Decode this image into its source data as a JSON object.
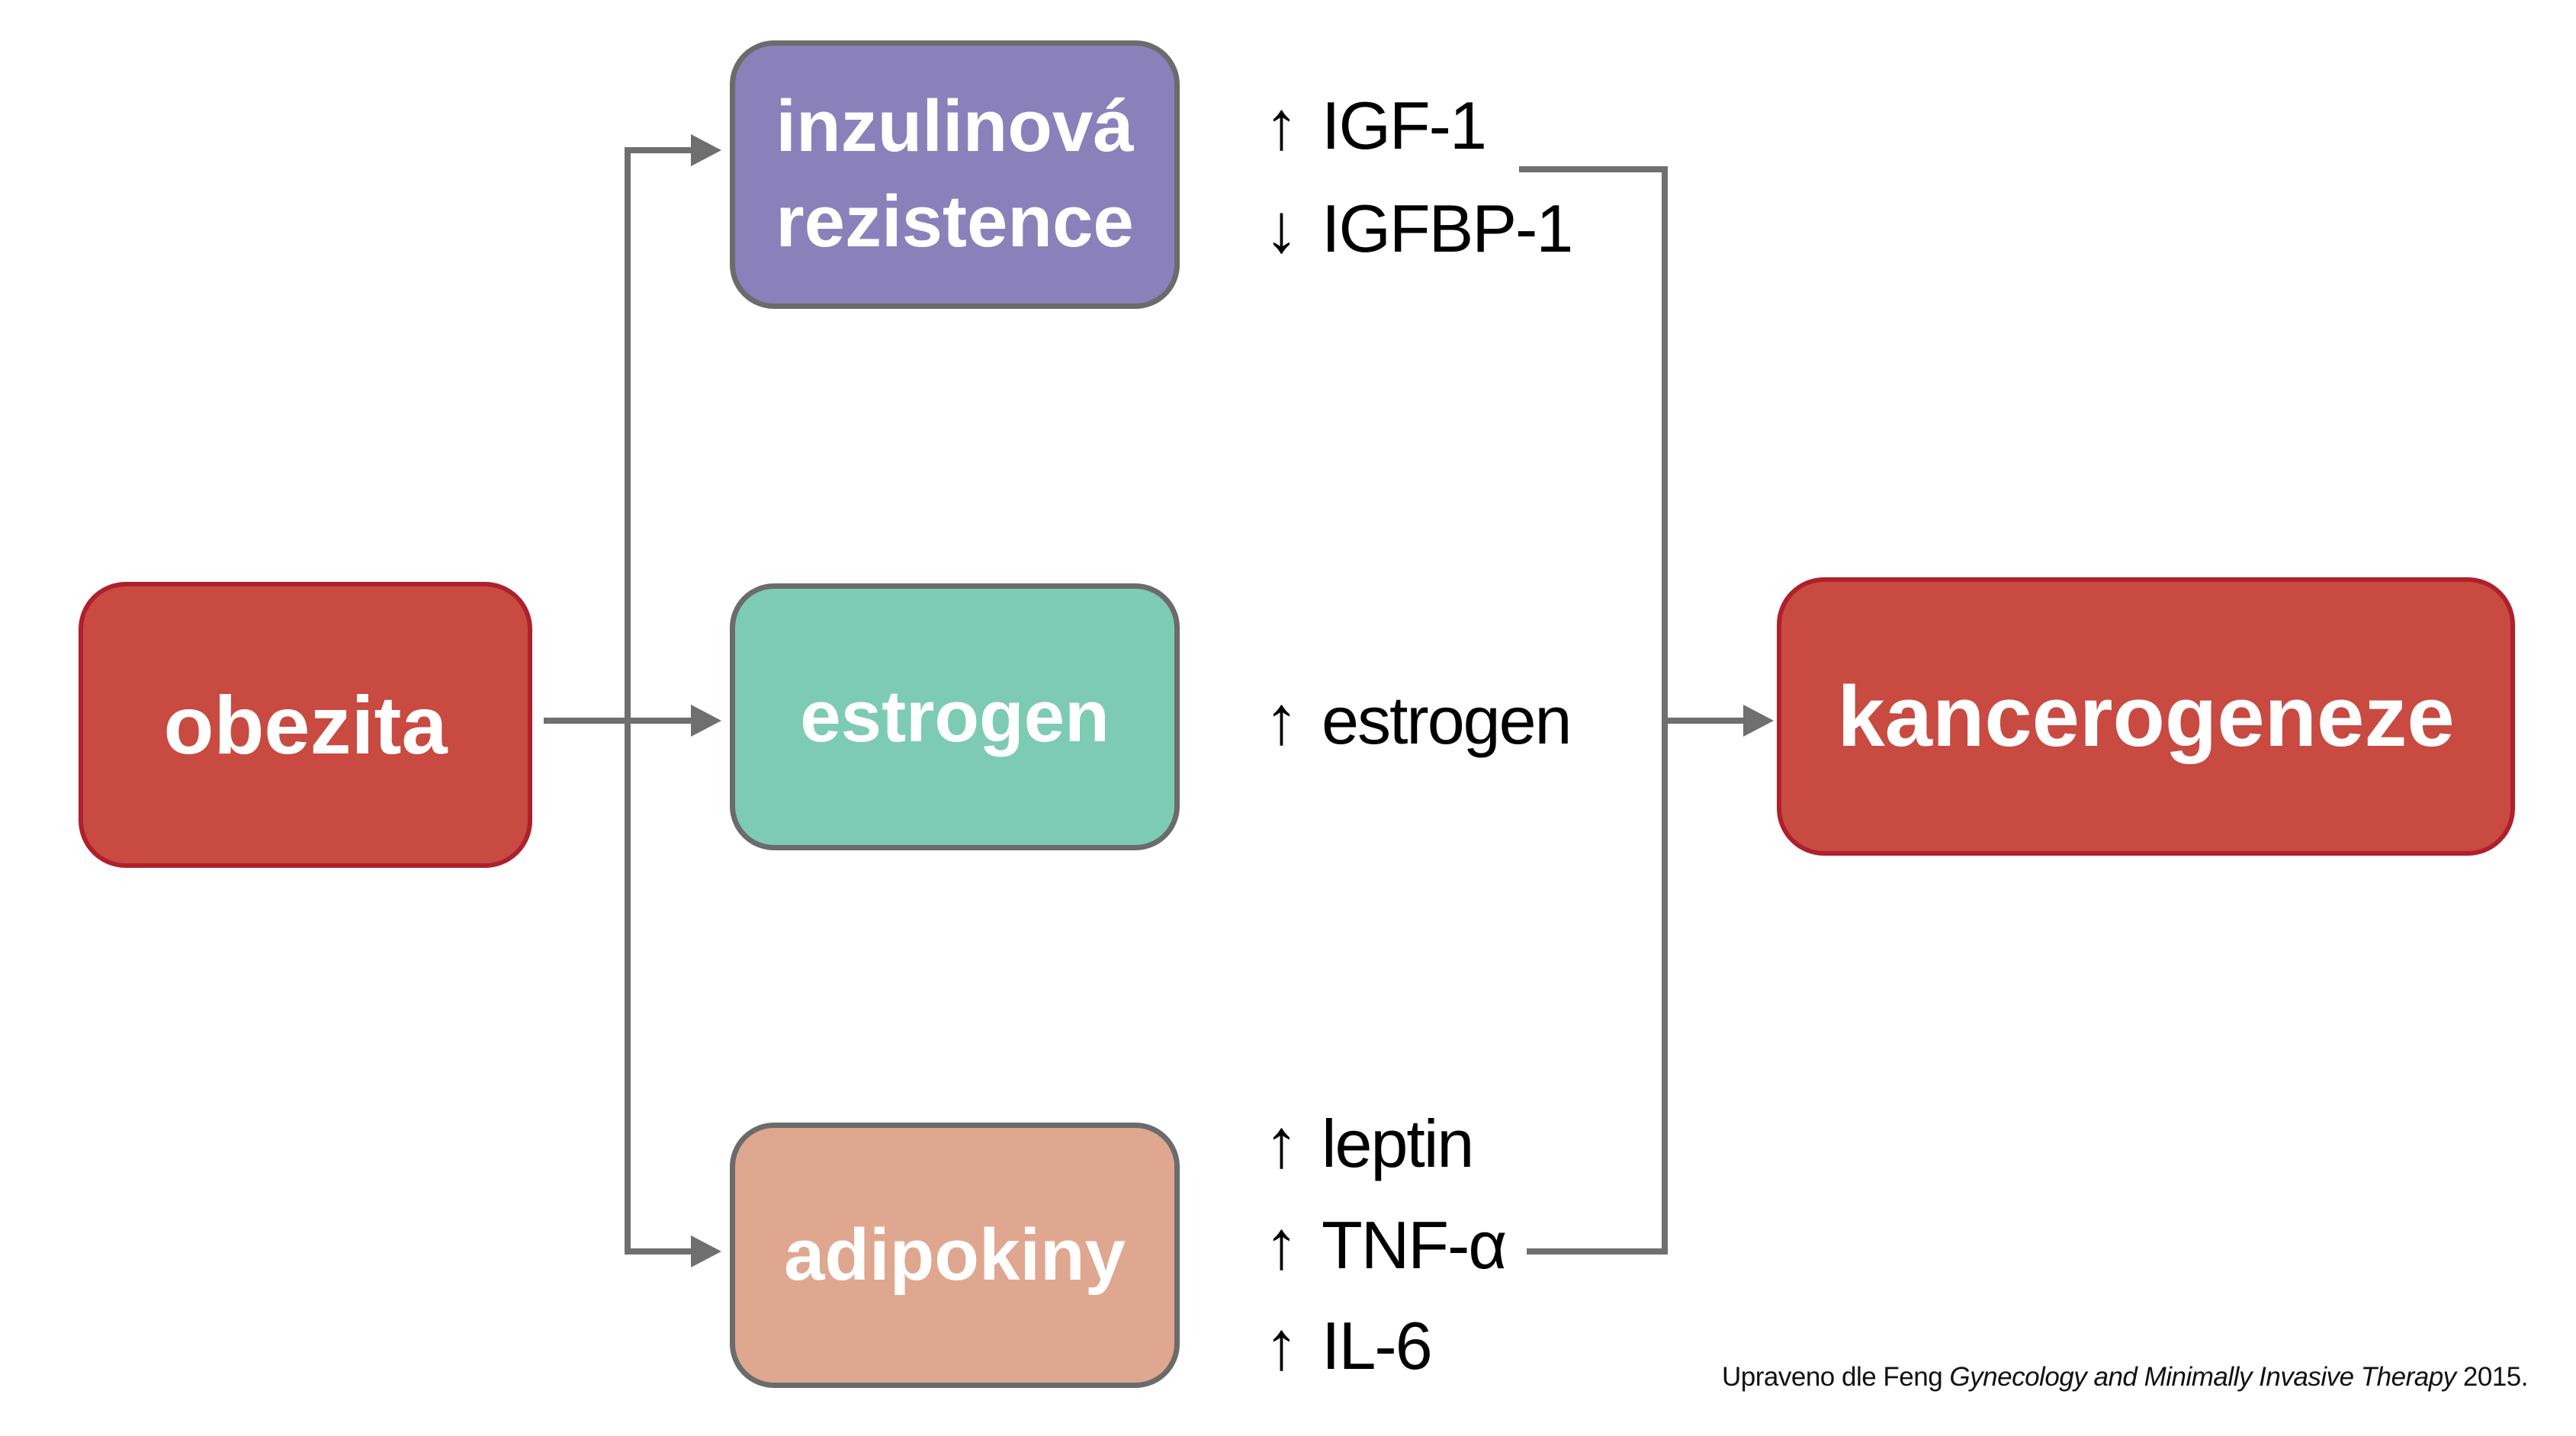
{
  "nodes": {
    "source": {
      "label": "obezita"
    },
    "mediators": [
      {
        "id": "insulin-resistance",
        "line1": "inzulinová",
        "line2": "rezistence"
      },
      {
        "id": "estrogen",
        "label": "estrogen"
      },
      {
        "id": "adipokines",
        "label": "adipokiny"
      }
    ],
    "target": {
      "label": "kancerogeneze"
    }
  },
  "effects": {
    "insulin": [
      {
        "arrow": "↑",
        "text": "IGF-1"
      },
      {
        "arrow": "↓",
        "text": "IGFBP-1"
      }
    ],
    "estrogen": [
      {
        "arrow": "↑",
        "text": "estrogen"
      }
    ],
    "adipokines": [
      {
        "arrow": "↑",
        "text": "leptin"
      },
      {
        "arrow": "↑",
        "text": "TNF-α"
      },
      {
        "arrow": "↑",
        "text": "IL-6"
      }
    ]
  },
  "citation": {
    "prefix": "Upraveno dle Feng ",
    "italic": "Gynecology and Minimally Invasive Therapy",
    "suffix": " 2015."
  },
  "colors": {
    "box_red": "#c84a41",
    "box_red_border": "#ae202c",
    "box_purple": "#8a81bb",
    "box_teal": "#7dcbb3",
    "box_salmon": "#dfa78f",
    "box_gray_border": "#6b6b6b",
    "connector_gray": "#6f6f6f",
    "label_text": "#000000",
    "background": "#ffffff"
  }
}
